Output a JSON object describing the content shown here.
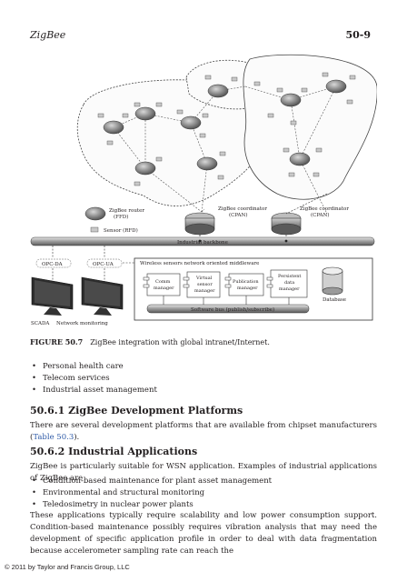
{
  "header": {
    "running_title": "ZigBee",
    "page_number": "50-9"
  },
  "figure": {
    "labels": {
      "router_legend": "ZigBee router",
      "router_legend_sub": "(FFD)",
      "sensor_legend": "Sensor (RFD)",
      "coordinator1": "ZigBee coordinator",
      "coordinator1_sub": "(CPAN)",
      "coordinator2": "ZigBee coordinator",
      "coordinator2_sub": "(CPAN)",
      "backbone": "Industrial backbone",
      "opc_da": "OPC-DA",
      "opc_ua": "OPC-UA",
      "middleware": "Wireless sensors network oriented middleware",
      "comm_1": "Comm",
      "comm_2": "manager",
      "virtual_1": "Virtual",
      "virtual_2": "sensor",
      "virtual_3": "manager",
      "publication_1": "Publication",
      "publication_2": "manager",
      "persistent_1": "Persistent",
      "persistent_2": "data",
      "persistent_3": "manager",
      "database": "Database",
      "software_bus": "Software bus (publish/subscribe)",
      "scada": "SCADA",
      "network_monitoring": "Network monitoring"
    },
    "caption_label": "FIGURE 50.7",
    "caption_text": "ZigBee integration with global intranet/Internet."
  },
  "bullets_1": [
    "Personal health care",
    "Telecom services",
    "Industrial asset management"
  ],
  "section_1": {
    "title": "50.6.1 ZigBee Development Platforms",
    "paragraph": "There are several development platforms that are available from chipset manufacturers (",
    "ref": "Table 50.3",
    "paragraph_end": ")."
  },
  "section_2": {
    "title": "50.6.2 Industrial Applications",
    "paragraph": "ZigBee is particularly suitable for WSN application. Examples of industrial applications of ZigBee are"
  },
  "bullets_2": [
    "Condition-based maintenance for plant asset management",
    "Environmental and structural monitoring",
    "Teledosimetry in nuclear power plants"
  ],
  "closing_paragraph": "These applications typically require scalability and low power consumption support. Condition-based maintenance possibly requires vibration analysis that may need the development of specific application profile in order to deal with data fragmentation because accelerometer sampling rate can reach the",
  "footer": "© 2011 by Taylor and Francis Group, LLC",
  "colors": {
    "link": "#2e5aa7",
    "text": "#231f20",
    "router_fill": "#8a8a8a",
    "sensor_fill": "#c9c9c9"
  }
}
